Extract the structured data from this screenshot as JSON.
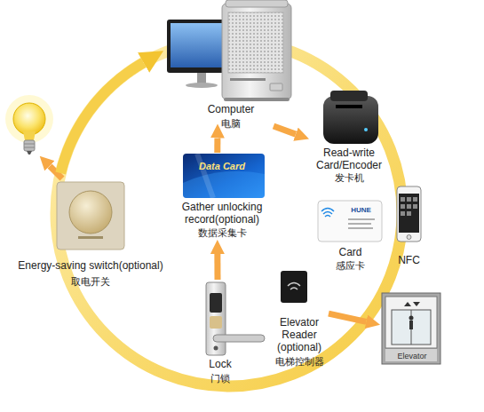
{
  "diagram": {
    "nodes": [
      {
        "text": [
          "Computer",
          "电脑"
        ]
      },
      {
        "text": [
          "Read-write Card/Encoder",
          "发卡机"
        ]
      },
      {
        "text": [
          "Data Card",
          "Gather unlocking record(optional)",
          "数据采集卡"
        ]
      },
      {
        "text": [
          "Energy-saving switch(optional)",
          "取电开关"
        ]
      },
      {
        "text": [
          "HUNE",
          "Card",
          "感应卡"
        ]
      },
      {
        "text": [
          "NFC"
        ]
      },
      {
        "text": [
          "Lock",
          "门锁"
        ]
      },
      {
        "text": [
          "Elevator Reader (optional)",
          "电梯控制器"
        ]
      },
      {
        "text": [
          "Elevator"
        ]
      }
    ],
    "edges": [
      {
        "from": 0,
        "to": 1,
        "arrow": "to"
      },
      {
        "from": 6,
        "to": 2,
        "arrow": "to"
      },
      {
        "from": 2,
        "to": 0,
        "arrow": "to"
      },
      {
        "from": 7,
        "to": 8,
        "arrow": "to"
      },
      {
        "from": 3,
        "to": 0,
        "arrow": "to"
      }
    ]
  }
}
